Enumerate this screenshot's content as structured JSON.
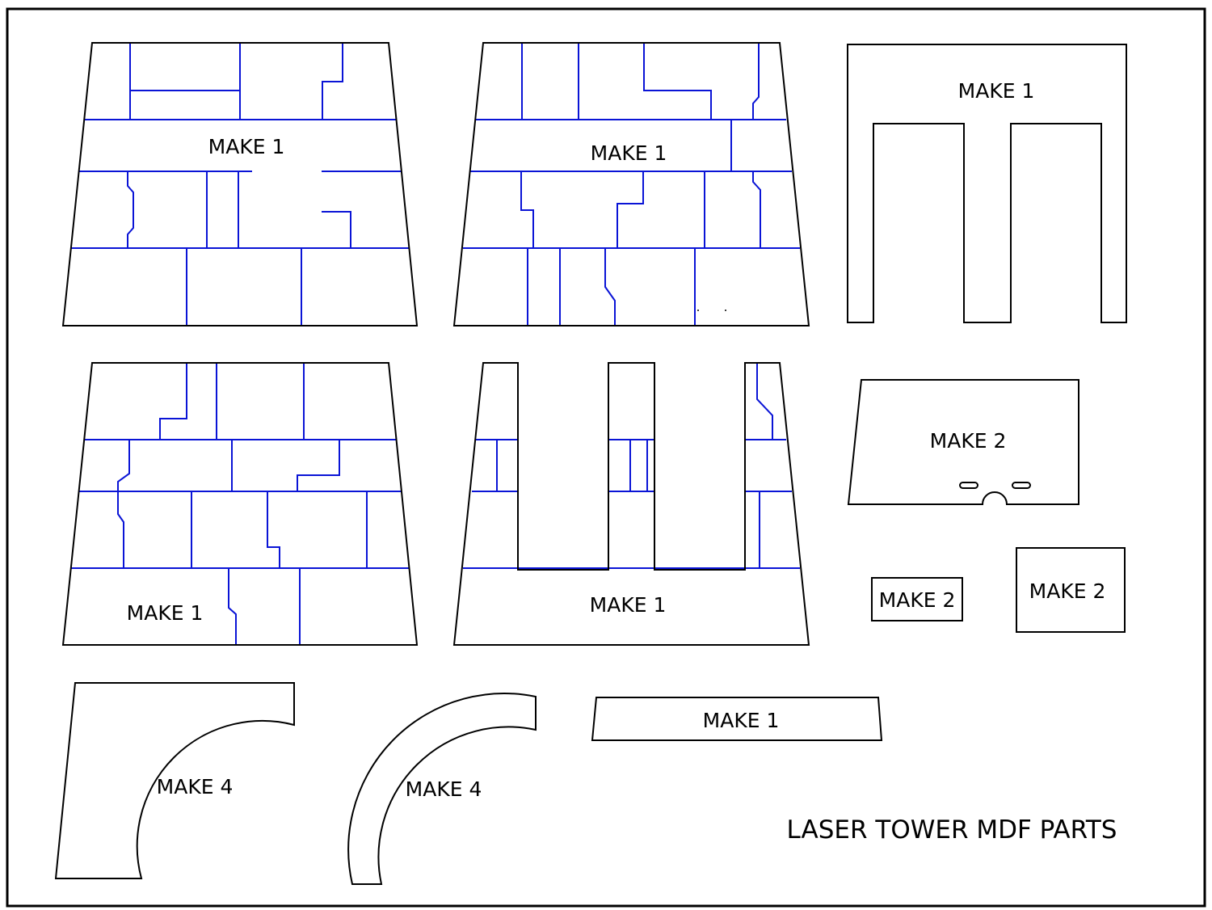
{
  "title": "LASER TOWER MDF PARTS",
  "colors": {
    "cut_line": "#000000",
    "engrave_line": "#0a14d6",
    "background": "#ffffff"
  },
  "parts": [
    {
      "id": "wall-panel-a",
      "label": "MAKE 1"
    },
    {
      "id": "wall-panel-b",
      "label": "MAKE 1"
    },
    {
      "id": "top-bracket",
      "label": "MAKE 1"
    },
    {
      "id": "wall-panel-c",
      "label": "MAKE 1"
    },
    {
      "id": "wall-panel-door",
      "label": "MAKE 1"
    },
    {
      "id": "roof-plate",
      "label": "MAKE 2"
    },
    {
      "id": "small-tab",
      "label": "MAKE 2"
    },
    {
      "id": "square-tab",
      "label": "MAKE 2"
    },
    {
      "id": "corner-arc",
      "label": "MAKE 4"
    },
    {
      "id": "ring-arc",
      "label": "MAKE 4"
    },
    {
      "id": "base-strip",
      "label": "MAKE 1"
    }
  ]
}
